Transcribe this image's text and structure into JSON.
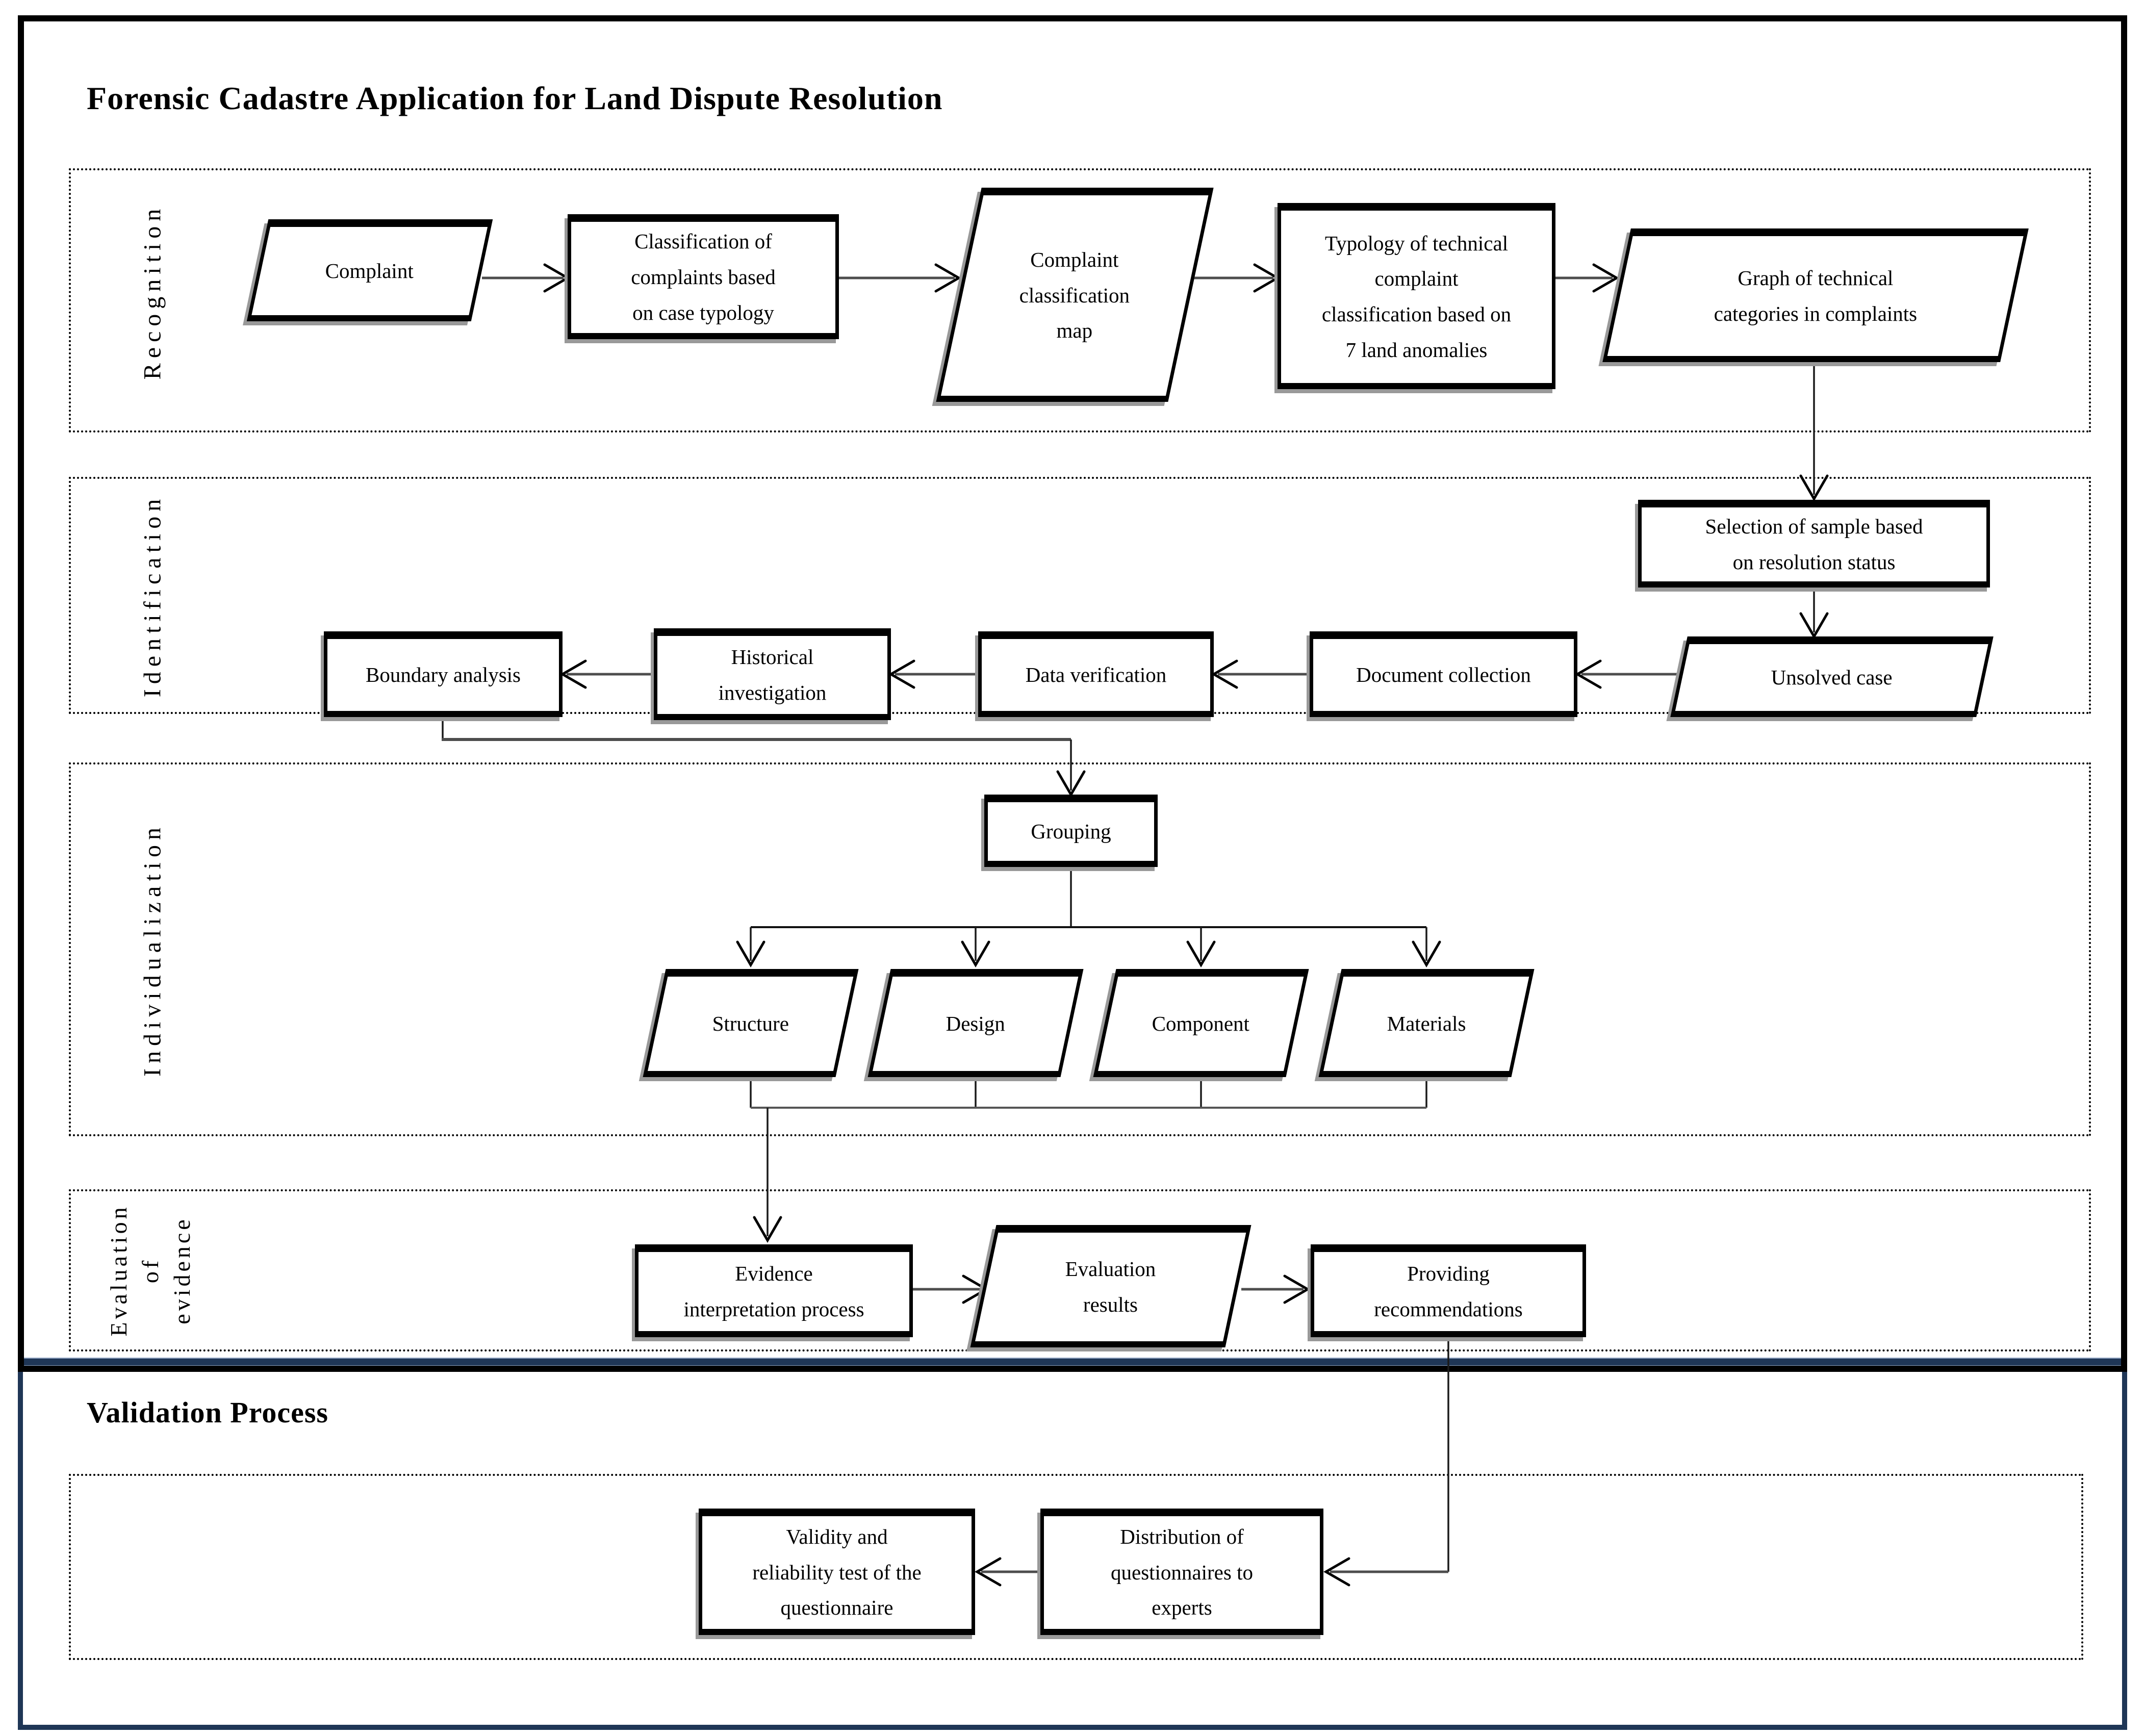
{
  "main_panel": {
    "title": "Forensic Cadastre Application for Land Dispute Resolution"
  },
  "validation_panel": {
    "title": "Validation Process"
  },
  "section_labels": {
    "recognition": "Recognition",
    "identification": "Identification",
    "individualization": "Individualization",
    "evaluation": "Evaluation\nof\nevidence"
  },
  "nodes": {
    "complaint": {
      "label": "Complaint",
      "shape": "parallelogram"
    },
    "classification": {
      "label": "Classification of\ncomplaints based\non case typology",
      "shape": "rectangle"
    },
    "classification_map": {
      "label": "Complaint\nclassification\nmap",
      "shape": "parallelogram"
    },
    "typology": {
      "label": "Typology of technical\ncomplaint\nclassification based on\n7 land anomalies",
      "shape": "rectangle"
    },
    "graph": {
      "label": "Graph of technical\ncategories in complaints",
      "shape": "parallelogram"
    },
    "selection": {
      "label": "Selection of sample based\non resolution status",
      "shape": "rectangle"
    },
    "unsolved": {
      "label": "Unsolved case",
      "shape": "parallelogram"
    },
    "document_collection": {
      "label": "Document collection",
      "shape": "rectangle"
    },
    "data_verification": {
      "label": "Data verification",
      "shape": "rectangle"
    },
    "historical": {
      "label": "Historical\ninvestigation",
      "shape": "rectangle"
    },
    "boundary": {
      "label": "Boundary analysis",
      "shape": "rectangle"
    },
    "grouping": {
      "label": "Grouping",
      "shape": "rectangle"
    },
    "structure": {
      "label": "Structure",
      "shape": "parallelogram"
    },
    "design": {
      "label": "Design",
      "shape": "parallelogram"
    },
    "component": {
      "label": "Component",
      "shape": "parallelogram"
    },
    "materials": {
      "label": "Materials",
      "shape": "parallelogram"
    },
    "evidence": {
      "label": "Evidence\ninterpretation process",
      "shape": "rectangle"
    },
    "evaluation_results": {
      "label": "Evaluation\nresults",
      "shape": "parallelogram"
    },
    "providing": {
      "label": "Providing\nrecommendations",
      "shape": "rectangle"
    },
    "validity": {
      "label": "Validity and\nreliability test of the\nquestionnaire",
      "shape": "rectangle"
    },
    "distribution": {
      "label": "Distribution of\nquestionnaires to\nexperts",
      "shape": "rectangle"
    }
  },
  "colors": {
    "panel_border_black": "#000000",
    "panel_border_navy": "#1f3656",
    "flow_line_gray": "#4d4d4d",
    "shadow_gray": "#999999",
    "background": "#ffffff"
  }
}
